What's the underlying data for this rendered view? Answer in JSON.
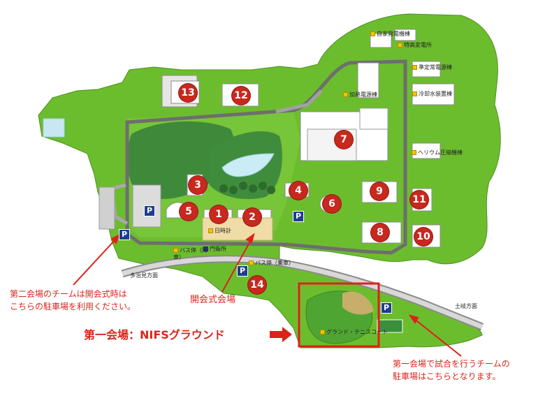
{
  "buildings": [
    {
      "num": "1"
    },
    {
      "num": "2"
    },
    {
      "num": "3"
    },
    {
      "num": "4"
    },
    {
      "num": "5"
    },
    {
      "num": "6"
    },
    {
      "num": "7"
    },
    {
      "num": "8"
    },
    {
      "num": "9"
    },
    {
      "num": "10"
    },
    {
      "num": "11"
    },
    {
      "num": "12"
    },
    {
      "num": "13"
    },
    {
      "num": "14"
    }
  ],
  "facility_labels": {
    "power_plant": "自家発電機棟",
    "substation": "特高変電所",
    "standby_power": "準定常電源棟",
    "heating_power": "加熱電源棟",
    "cooling_water": "冷却水装置棟",
    "helium": "ヘリウム圧縮機棟",
    "sundial": "日時計",
    "guard_post": "門衛所",
    "bus_stop_drop": "バス停（降車）",
    "bus_stop_board": "バス停（乗車）",
    "ground_tennis": "グランド・テニスコート"
  },
  "directions": {
    "tajimi": "多治見方面",
    "toki": "土岐方面"
  },
  "parking_symbol": "P",
  "annotations": {
    "second_venue_note": "第二会場のチームは開会式時は\nこちらの駐車場を利用ください。",
    "opening_venue": "開会式会場",
    "first_venue": "第一会場：NIFSグラウンド",
    "first_venue_parking_note": "第一会場で試合を行うチームの\n駐車場はこちらとなります。"
  },
  "colors": {
    "lawn": "#6cbd2e",
    "building": "#ffffff",
    "road": "#6e6e6e",
    "marker": "#c8281e",
    "parking": "#1d3f8f",
    "annotation": "#d8261c",
    "facility_square": "#f2c400"
  }
}
